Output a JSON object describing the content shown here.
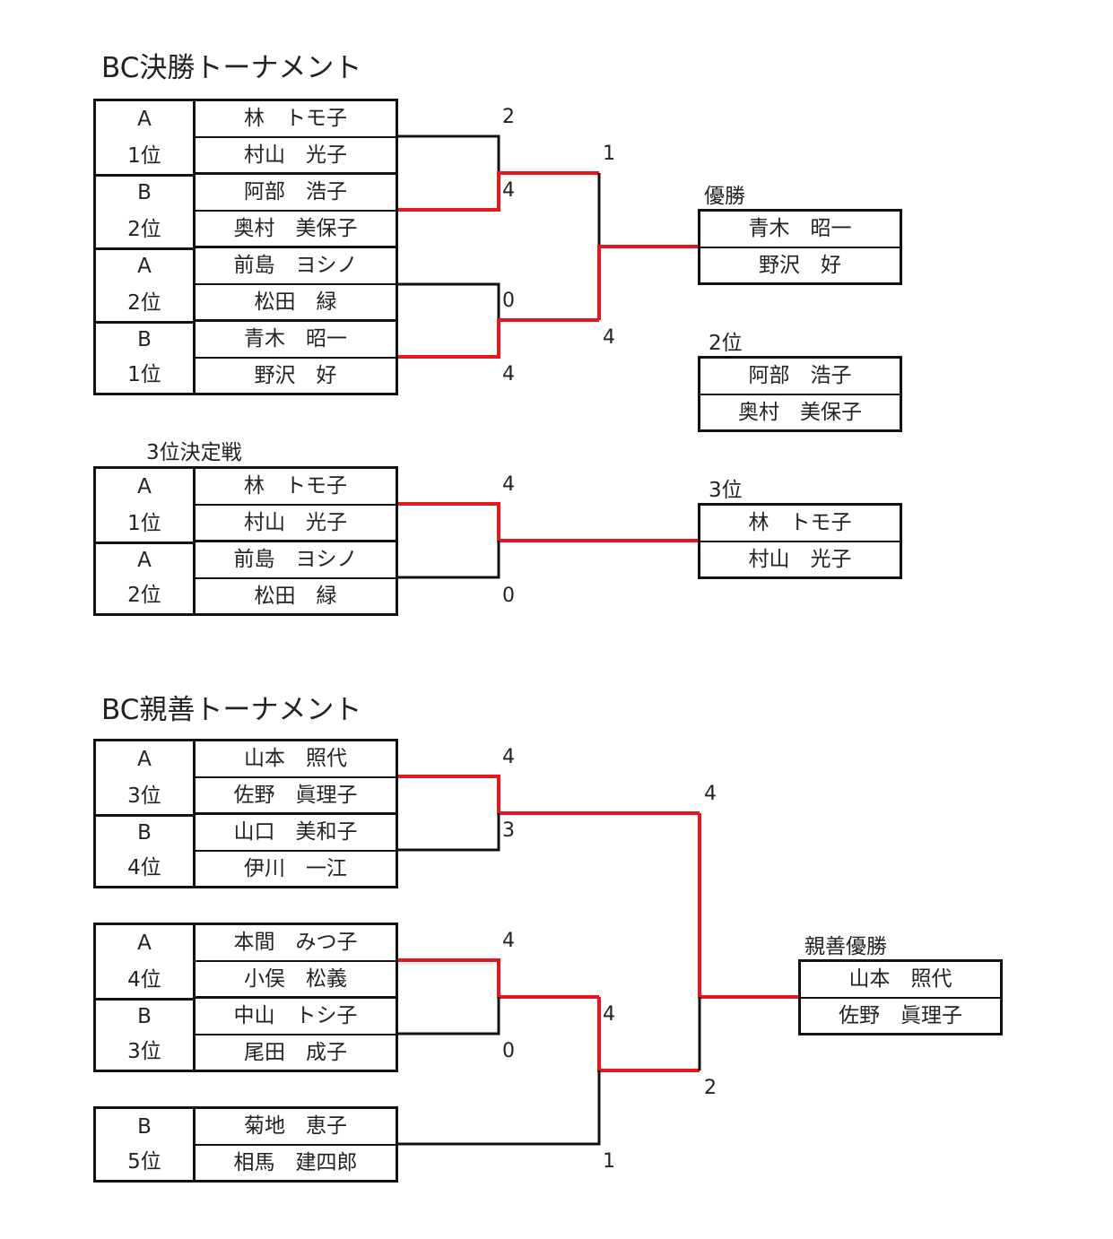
{
  "finals": {
    "title": "BC決勝トーナメント",
    "groups": [
      {
        "seed_letter": "A",
        "seed_rank": "1位",
        "players": [
          "林　トモ子",
          "村山　光子"
        ]
      },
      {
        "seed_letter": "B",
        "seed_rank": "2位",
        "players": [
          "阿部　浩子",
          "奥村　美保子"
        ]
      },
      {
        "seed_letter": "A",
        "seed_rank": "2位",
        "players": [
          "前島　ヨシノ",
          "松田　緑"
        ]
      },
      {
        "seed_letter": "B",
        "seed_rank": "1位",
        "players": [
          "青木　昭一",
          "野沢　好"
        ]
      }
    ],
    "scores": [
      "2",
      "4",
      "0",
      "4",
      "1",
      "4"
    ],
    "champion": {
      "label": "優勝",
      "players": [
        "青木　昭一",
        "野沢　好"
      ]
    },
    "second": {
      "label": "2位",
      "players": [
        "阿部　浩子",
        "奥村　美保子"
      ]
    }
  },
  "third_place": {
    "title": "3位決定戦",
    "groups": [
      {
        "seed_letter": "A",
        "seed_rank": "1位",
        "players": [
          "林　トモ子",
          "村山　光子"
        ]
      },
      {
        "seed_letter": "A",
        "seed_rank": "2位",
        "players": [
          "前島　ヨシノ",
          "松田　緑"
        ]
      }
    ],
    "scores": [
      "4",
      "0"
    ],
    "result": {
      "label": "3位",
      "players": [
        "林　トモ子",
        "村山　光子"
      ]
    }
  },
  "friendly": {
    "title": "BC親善トーナメント",
    "groups": [
      {
        "seed_letter": "A",
        "seed_rank": "3位",
        "players": [
          "山本　照代",
          "佐野　眞理子"
        ]
      },
      {
        "seed_letter": "B",
        "seed_rank": "4位",
        "players": [
          "山口　美和子",
          "伊川　一江"
        ]
      },
      {
        "seed_letter": "A",
        "seed_rank": "4位",
        "players": [
          "本間　みつ子",
          "小俣　松義"
        ]
      },
      {
        "seed_letter": "B",
        "seed_rank": "3位",
        "players": [
          "中山　トシ子",
          "尾田　成子"
        ]
      },
      {
        "seed_letter": "B",
        "seed_rank": "5位",
        "players": [
          "菊地　恵子",
          "相馬　建四郎"
        ]
      }
    ],
    "scores": [
      "4",
      "3",
      "4",
      "0",
      "4",
      "1",
      "4",
      "2"
    ],
    "champion": {
      "label": "親善優勝",
      "players": [
        "山本　照代",
        "佐野　眞理子"
      ]
    }
  },
  "colors": {
    "winner_line": "#e8161b",
    "line": "#111111"
  }
}
